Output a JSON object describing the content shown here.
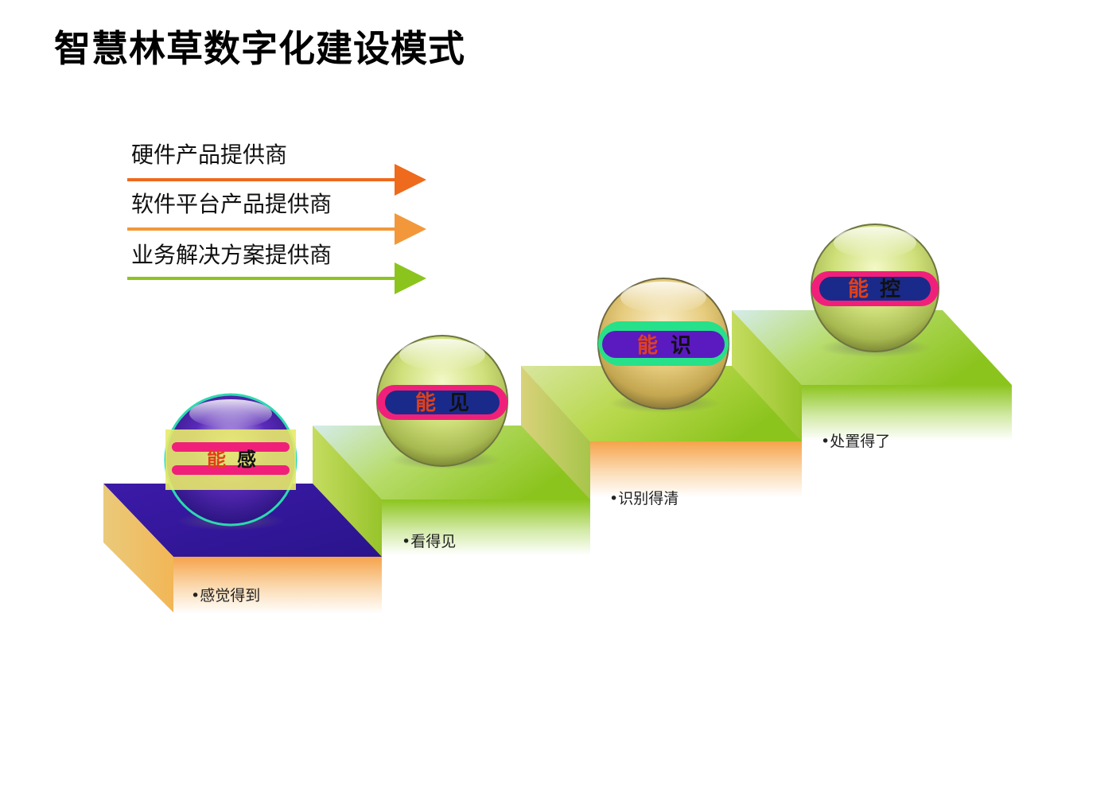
{
  "title": "智慧林草数字化建设模式",
  "providers": [
    {
      "label": "硬件产品提供商",
      "color": "#ee6a1c"
    },
    {
      "label": "软件平台产品提供商",
      "color": "#f2983a"
    },
    {
      "label": "业务解决方案提供商",
      "color": "#8cc41e"
    }
  ],
  "steps": [
    {
      "char1": "能",
      "char2": "感",
      "caption": "•感觉得到"
    },
    {
      "char1": "能",
      "char2": "见",
      "caption": "•看得见"
    },
    {
      "char1": "能",
      "char2": "识",
      "caption": "•识别得清"
    },
    {
      "char1": "能",
      "char2": "控",
      "caption": "•处置得了"
    }
  ],
  "colors": {
    "char1": "#e0401a",
    "char2": "#111111",
    "purple_top": "#4a1ab0",
    "green_top": "#9ccd3a",
    "orange_front": "#f5a34a",
    "green_front": "#8cc41e",
    "band_pink": "#f0207a",
    "band_navy": "#1a2a8a",
    "band_purple": "#5a1ac0"
  }
}
